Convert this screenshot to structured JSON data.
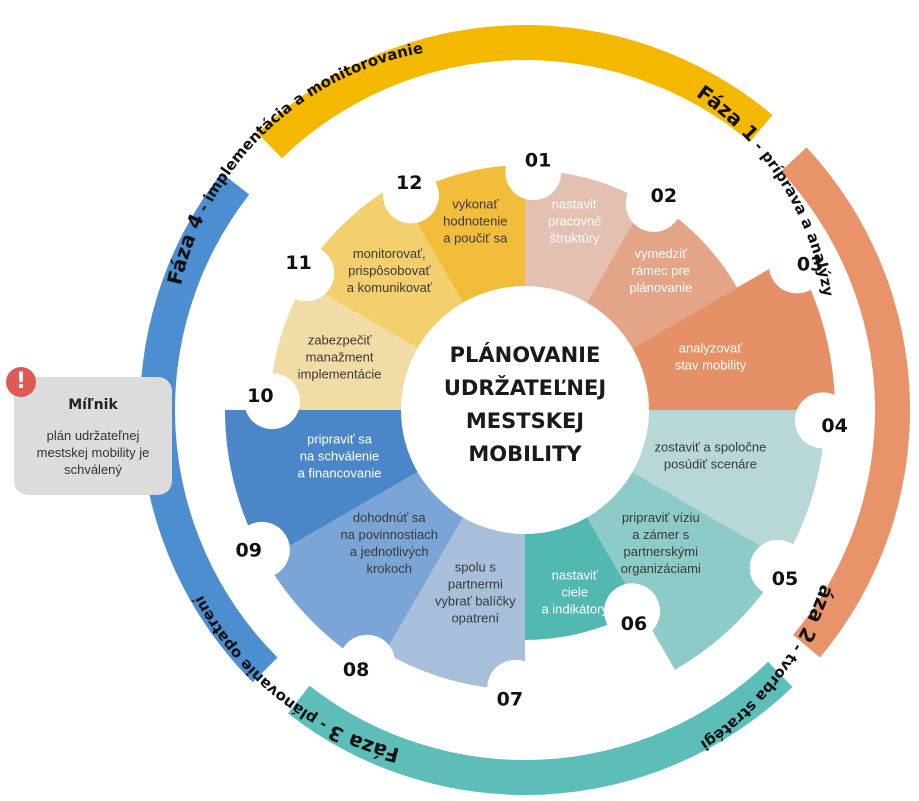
{
  "center_title": [
    "PLÁNOVANIE",
    "UDRŽATEĽNEJ",
    "MESTSKEJ",
    "MOBILITY"
  ],
  "phases": [
    {
      "id": "phase-1",
      "bold": "Fáza 1",
      "rest": " - príprava a analýzy",
      "color": "#e8936a"
    },
    {
      "id": "phase-2",
      "bold": "Fáza 2",
      "rest": " - tvorba stratégie",
      "color": "#5cbdb9"
    },
    {
      "id": "phase-3",
      "bold": "Fáza 3",
      "rest": " - plánovanie opatrení",
      "color": "#4d8ed0"
    },
    {
      "id": "phase-4",
      "bold": "Fáza 4",
      "rest": " - implementácia a monitorovanie",
      "color": "#f5b800"
    }
  ],
  "steps": [
    {
      "num": "01",
      "lines": [
        "nastaviť",
        "pracovné",
        "štruktúry"
      ],
      "color": "#e3c0b0",
      "dark": false
    },
    {
      "num": "02",
      "lines": [
        "vymedziť",
        "rámec pre",
        "plánovanie"
      ],
      "color": "#e3a488",
      "dark": false
    },
    {
      "num": "03",
      "lines": [
        "analyzovať",
        "stav mobility"
      ],
      "color": "#e69068",
      "dark": false
    },
    {
      "num": "04",
      "lines": [
        "zostaviť a spoločne",
        "posúdiť scenáre"
      ],
      "color": "#b7d8d6",
      "dark": true
    },
    {
      "num": "05",
      "lines": [
        "pripraviť víziu",
        "a zámer s",
        "partnerskými",
        "organizáciami"
      ],
      "color": "#8ccbc7",
      "dark": true
    },
    {
      "num": "06",
      "lines": [
        "nastaviť",
        "ciele",
        "a indikátory"
      ],
      "color": "#52b8b2",
      "dark": false
    },
    {
      "num": "07",
      "lines": [
        "spolu s",
        "partnermi",
        "vybrať balíčky",
        "opatrení"
      ],
      "color": "#a7bfdb",
      "dark": true
    },
    {
      "num": "08",
      "lines": [
        "dohodnúť sa",
        "na povinnostiach",
        "a jednotlivých",
        "krokoch"
      ],
      "color": "#7aa5d6",
      "dark": true
    },
    {
      "num": "09",
      "lines": [
        "pripraviť sa",
        "na schválenie",
        "a financovanie"
      ],
      "color": "#4b87c8",
      "dark": false
    },
    {
      "num": "10",
      "lines": [
        "zabezpečiť",
        "manažment",
        "implementácie"
      ],
      "color": "#f1dca5",
      "dark": true
    },
    {
      "num": "11",
      "lines": [
        "monitorovať,",
        "prispôsobovať",
        "a komunikovať"
      ],
      "color": "#f4cf6e",
      "dark": true
    },
    {
      "num": "12",
      "lines": [
        "vykonať",
        "hodnotenie",
        "a poučiť sa"
      ],
      "color": "#f2bd3a",
      "dark": true
    }
  ],
  "milestone": {
    "icon": "!",
    "title": "Míľnik",
    "text": "plán udržateľnej mestskej mobility je schválený",
    "icon_name": "exclamation-icon",
    "color": "#e05a55"
  }
}
